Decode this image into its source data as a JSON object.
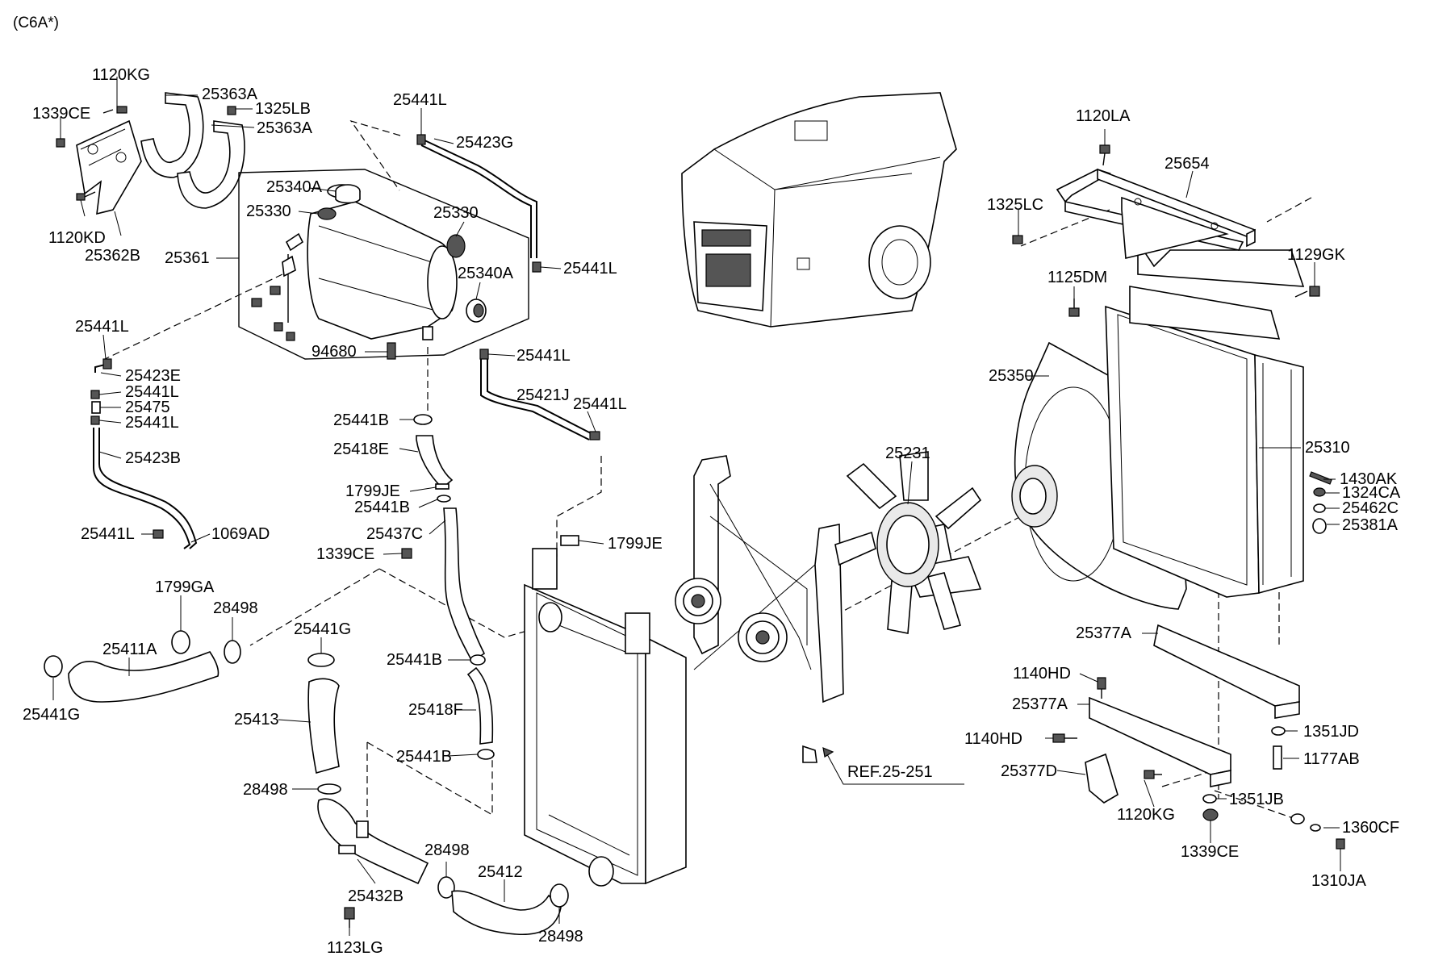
{
  "header": {
    "code": "(C6A*)"
  },
  "reference": "REF.25-251",
  "parts": {
    "p1120KG_a": "1120KG",
    "p1339CE_a": "1339CE",
    "p25363A_a": "25363A",
    "p1325LB": "1325LB",
    "p25363A_b": "25363A",
    "p1120KD": "1120KD",
    "p25362B": "25362B",
    "p25441L_top": "25441L",
    "p25423G": "25423G",
    "p25340A_a": "25340A",
    "p25330_a": "25330",
    "p25330_b": "25330",
    "p25361": "25361",
    "p25441L_r1": "25441L",
    "p25340A_b": "25340A",
    "p94680": "94680",
    "p25441L_r2": "25441L",
    "p25441L_l1": "25441L",
    "p25423E": "25423E",
    "p25441L_l2": "25441L",
    "p25475": "25475",
    "p25441L_l3": "25441L",
    "p25421J": "25421J",
    "p25441L_r3": "25441L",
    "p25441B_a": "25441B",
    "p25418E": "25418E",
    "p25423B": "25423B",
    "p1799JE_a": "1799JE",
    "p25441B_b": "25441B",
    "p25437C": "25437C",
    "p25441L_l4": "25441L",
    "p1069AD": "1069AD",
    "p1339CE_b": "1339CE",
    "p1799JE_b": "1799JE",
    "p1799GA": "1799GA",
    "p28498_a": "28498",
    "p25441G_a": "25441G",
    "p25411A": "25411A",
    "p25441G_b": "25441G",
    "p25441B_c": "25441B",
    "p25413": "25413",
    "p25418F": "25418F",
    "p25441B_d": "25441B",
    "p28498_b": "28498",
    "p28498_c": "28498",
    "p25412": "25412",
    "p25432B": "25432B",
    "p28498_d": "28498",
    "p1123LG": "1123LG",
    "p1120LA": "1120LA",
    "p25654": "25654",
    "p1325LC": "1325LC",
    "p1129GK": "1129GK",
    "p1125DM": "1125DM",
    "p25350": "25350",
    "p25231": "25231",
    "p25310": "25310",
    "p1430AK": "1430AK",
    "p1324CA": "1324CA",
    "p25462C": "25462C",
    "p25381A": "25381A",
    "p25377A_a": "25377A",
    "p1140HD_a": "1140HD",
    "p25377A_b": "25377A",
    "p1351JD": "1351JD",
    "p1140HD_b": "1140HD",
    "p1177AB": "1177AB",
    "p25377D": "25377D",
    "p1351JB": "1351JB",
    "p1120KG_b": "1120KG",
    "p1360CF": "1360CF",
    "p1339CE_c": "1339CE",
    "p1310JA": "1310JA"
  }
}
